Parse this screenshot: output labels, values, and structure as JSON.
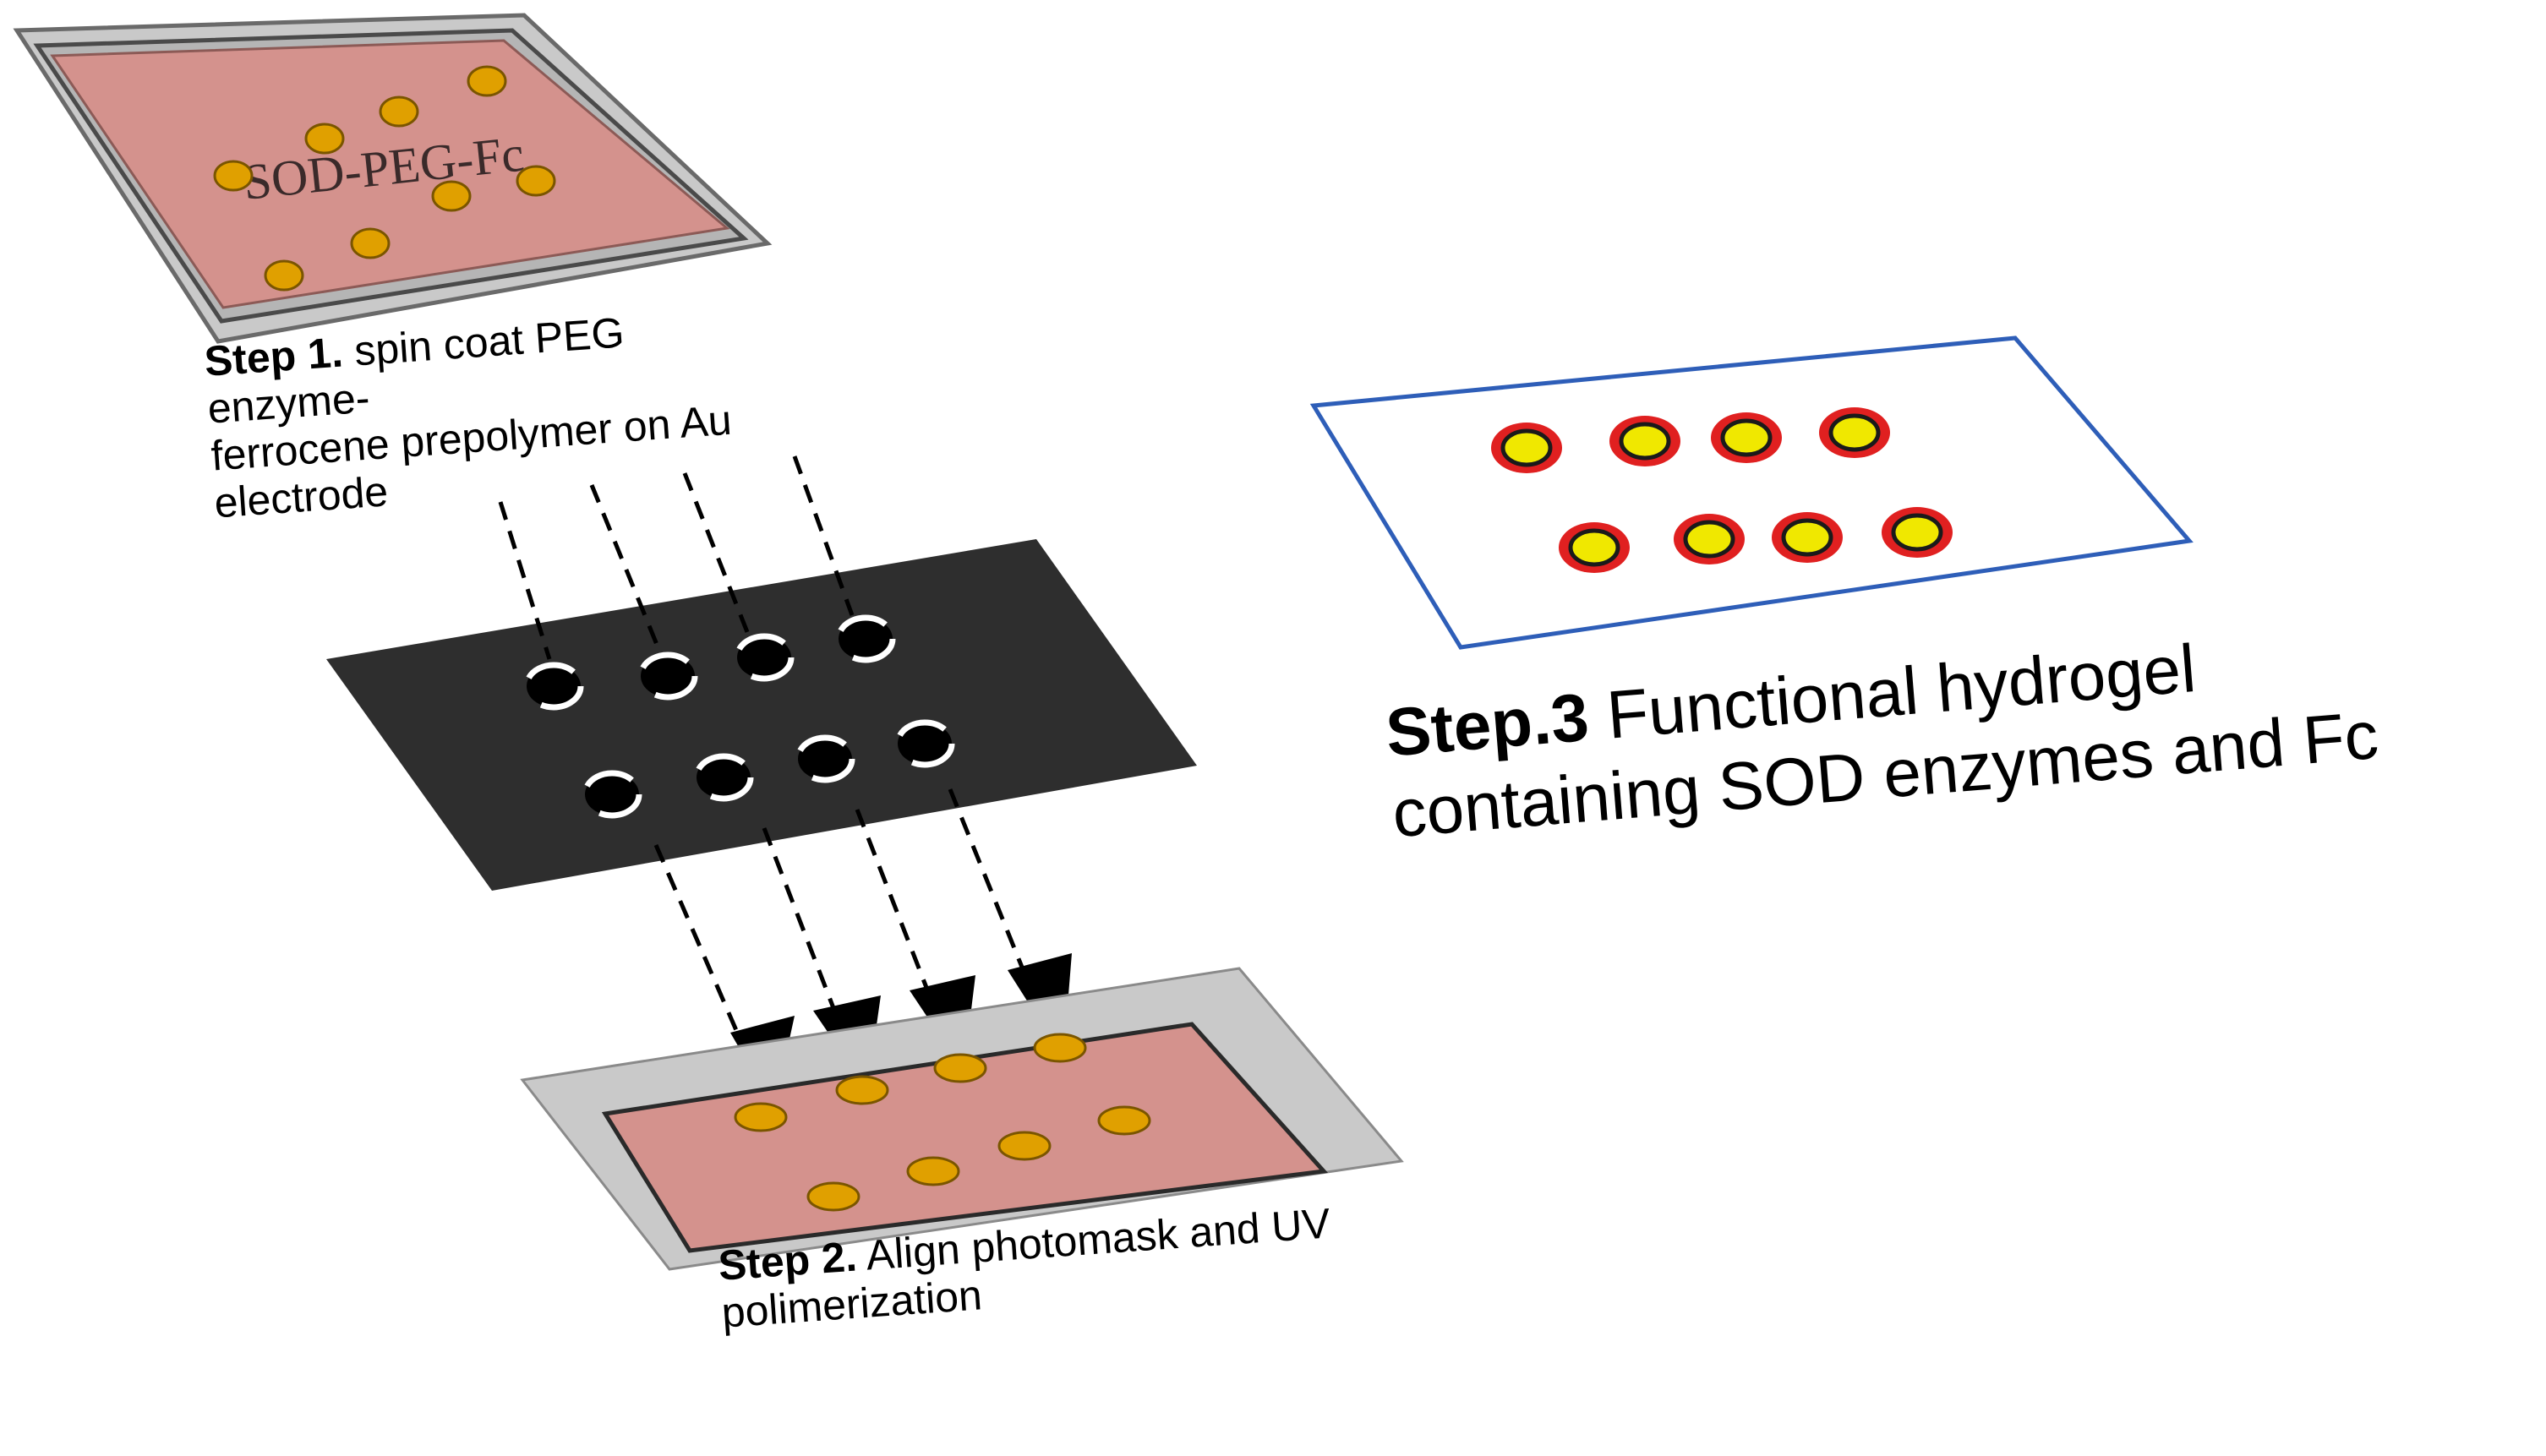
{
  "substrate_text": "SOD-PEG-Fc",
  "step1": {
    "bold": "Step 1.",
    "line1": " spin coat PEG",
    "line2": "enzyme-",
    "line3": "ferrocene prepolymer on Au",
    "line4": "electrode"
  },
  "step2": {
    "bold": "Step 2.",
    "line1": " Align photomask and UV",
    "line2": "polimerization"
  },
  "step3": {
    "bold": "Step.3",
    "line1": " Functional hydrogel",
    "line2": "containing SOD enzymes and Fc"
  },
  "colors": {
    "gel": "#d4928d",
    "frame": "#c9c9c9",
    "dot": "#e0a000",
    "mask": "#2e2e2e",
    "result_border": "#2e5eb8",
    "spot_outer": "#e02020",
    "spot_inner": "#f0e800"
  }
}
